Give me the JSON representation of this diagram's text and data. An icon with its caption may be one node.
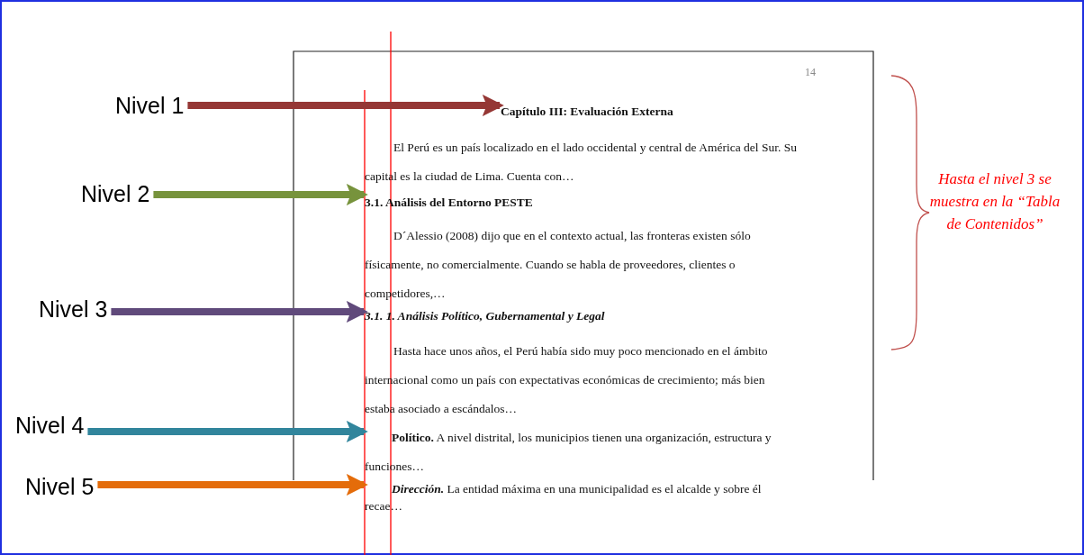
{
  "diagram": {
    "nodes": [
      {
        "text": [
          "Nivel 1"
        ]
      },
      {
        "text": [
          "Nivel 2"
        ]
      },
      {
        "text": [
          "Nivel 3"
        ]
      },
      {
        "text": [
          "Nivel 4"
        ]
      },
      {
        "text": [
          "Nivel 5"
        ]
      },
      {
        "text": [
          "Capítulo III: Evaluación Externa"
        ]
      },
      {
        "text": [
          "3.1. Análisis del Entorno PESTE"
        ]
      },
      {
        "text": [
          "3.1. 1. Análisis Político, Gubernamental y Legal"
        ]
      },
      {
        "text": [
          "**Político.** A nivel distrital, los municipios tienen una organización, estructura y funciones…"
        ]
      },
      {
        "text": [
          "**Dirección.** La entidad máxima en una municipalidad es el alcalde y sobre él recae…"
        ]
      }
    ],
    "edges": [
      {
        "from": 0,
        "to": 5,
        "arrow": "to",
        "color": "#953735"
      },
      {
        "from": 1,
        "to": 6,
        "arrow": "to",
        "color": "#77933c"
      },
      {
        "from": 2,
        "to": 7,
        "arrow": "to",
        "color": "#604a7b"
      },
      {
        "from": 3,
        "to": 8,
        "arrow": "to",
        "color": "#31859c"
      },
      {
        "from": 4,
        "to": 9,
        "arrow": "to",
        "color": "#e46c0a"
      }
    ],
    "labels": [
      "14",
      "El Perú es un país localizado en el lado occidental y central de América del Sur. Su capital es la ciudad de Lima. Cuenta con…",
      "D´Alessio (2008) dijo que en el contexto actual, las fronteras existen sólo físicamente, no comercialmente. Cuando se habla de proveedores, clientes o competidores,…",
      "Hasta hace unos años, el Perú había sido muy poco mencionado en el ámbito internacional como un país con expectativas económicas de crecimiento; más bien estaba asociado a escándalos…",
      "Hasta el nivel 3 se muestra en la “Tabla de Contenidos”"
    ]
  }
}
